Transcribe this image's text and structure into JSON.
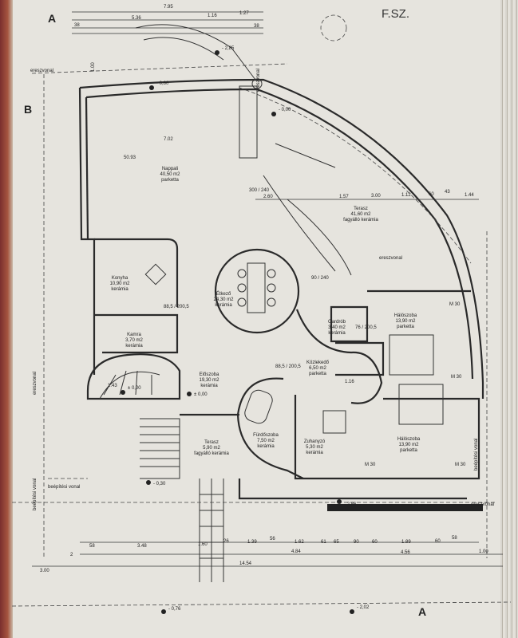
{
  "sheet": {
    "title": "F.SZ.",
    "section_a": "A",
    "section_b": "B",
    "section_a_bottom": "A"
  },
  "rooms": [
    {
      "name": "Nappali",
      "area": "40,50 m2",
      "floor": "parketta"
    },
    {
      "name": "Terasz",
      "area": "41,60 m2",
      "floor": "fagyálló kerámia"
    },
    {
      "name": "Konyha",
      "area": "10,90 m2",
      "floor": "kerámia"
    },
    {
      "name": "Étkező",
      "area": "24,30 m2",
      "floor": "kerámia"
    },
    {
      "name": "Kamra",
      "area": "3,70 m2",
      "floor": "kerámia"
    },
    {
      "name": "Gardrób",
      "area": "3,40 m2",
      "floor": "kerámia"
    },
    {
      "name": "Hálószoba",
      "area": "13,90 m2",
      "floor": "parketta"
    },
    {
      "name": "Közlekedő",
      "area": "6,50 m2",
      "floor": "parketta"
    },
    {
      "name": "Előszoba",
      "area": "19,30 m2",
      "floor": "kerámia"
    },
    {
      "name": "Fürdőszoba",
      "area": "7,50 m2",
      "floor": "kerámia"
    },
    {
      "name": "Zuhanyzó",
      "area": "5,30 m2",
      "floor": "kerámia"
    },
    {
      "name": "Hálószoba",
      "area": "13,90 m2",
      "floor": "parketta"
    },
    {
      "name": "Terasz",
      "area": "5,90 m2",
      "floor": "fagyálló kerámia"
    }
  ],
  "annotations": {
    "eave_line": "ereszvonal",
    "building_line": "beépítési vonal"
  },
  "levels": [
    "- 2,85",
    "- 0,60",
    "- 0,00",
    "± 0,00",
    "± 0,00",
    "- 0,30",
    "- 2,86",
    "- 0,76",
    "- 2,02"
  ],
  "doors": [
    "88,5 / 200,5",
    "88,5 / 200,5",
    "76 / 200,5",
    "90 / 240",
    "300 / 240",
    "1.16",
    "1.43",
    "M 30",
    "M 30",
    "M 30",
    "M 30"
  ],
  "dimensions": {
    "top": [
      "7.95",
      "5.36",
      "1.16",
      "1.27",
      "38",
      "38",
      "1.00",
      "7.02",
      "50.93"
    ],
    "terrace": [
      "2.60",
      "1.57",
      "3.00",
      "1.12",
      "60",
      "43",
      "1.44"
    ],
    "bottom_row1": [
      "58",
      "3.48",
      "1.60",
      "26",
      "1.39",
      "56",
      "1.62",
      "61",
      "65",
      "90",
      "60",
      "1.89",
      "60",
      "58"
    ],
    "bottom_row2": [
      "2",
      "4.84",
      "4.56",
      "1.00"
    ],
    "bottom_row3": [
      "3.00",
      "14.54"
    ]
  }
}
